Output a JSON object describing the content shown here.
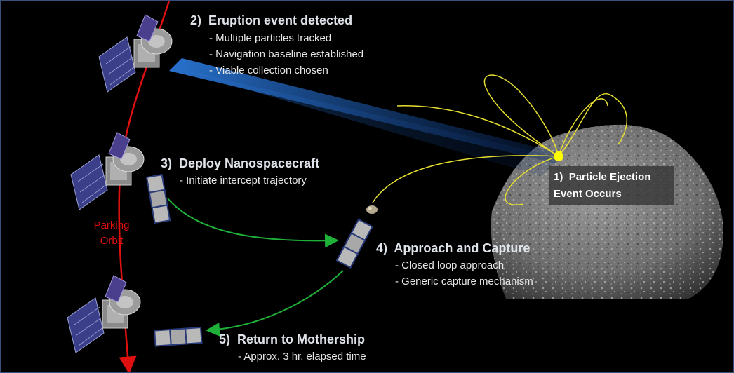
{
  "steps": [
    {
      "number": "1)",
      "title": "Particle Ejection",
      "title_line2": "Event Occurs"
    },
    {
      "number": "2)",
      "title": "Eruption event detected",
      "bullets": [
        "- Multiple particles tracked",
        "- Navigation baseline established",
        "- Viable collection chosen"
      ]
    },
    {
      "number": "3)",
      "title": "Deploy Nanospacecraft",
      "bullets": [
        "- Initiate intercept trajectory"
      ]
    },
    {
      "number": "4)",
      "title": "Approach and Capture",
      "bullets": [
        "- Closed loop approach",
        "- Generic capture mechanism"
      ]
    },
    {
      "number": "5)",
      "title": "Return to Mothership",
      "bullets": [
        "- Approx. 3 hr. elapsed time"
      ]
    }
  ],
  "orbit": {
    "label_line1": "Parking",
    "label_line2": "Orbit"
  },
  "colors": {
    "background": "#000000",
    "orbit": "#e01010",
    "particle_paths": "#e8e030",
    "intercept_arrow": "#1fb03a",
    "beam": "#1f5fb0",
    "ejection_point": "#ffff00"
  }
}
